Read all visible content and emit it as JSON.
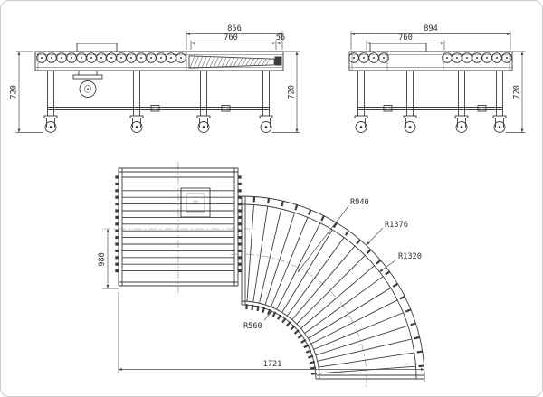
{
  "colors": {
    "line": "#3c3c40",
    "dimension": "#46464c",
    "centerline": "#8a8a90",
    "background": "#ffffff",
    "border": "#cdcdcd"
  },
  "views": {
    "left_elevation": {
      "dims": {
        "top_length": "856",
        "belt_length": "760",
        "end_offset": "56",
        "height_left": "720",
        "height_right": "720"
      }
    },
    "right_elevation": {
      "dims": {
        "top_length": "894",
        "belt_length": "760",
        "height": "720"
      }
    },
    "plan_curve": {
      "dims": {
        "radius_pitch": "R940",
        "radius_outer": "R1376",
        "radius_roller": "R1320",
        "radius_inner": "R560",
        "center_offset": "980",
        "overall_length": "1721"
      }
    }
  }
}
